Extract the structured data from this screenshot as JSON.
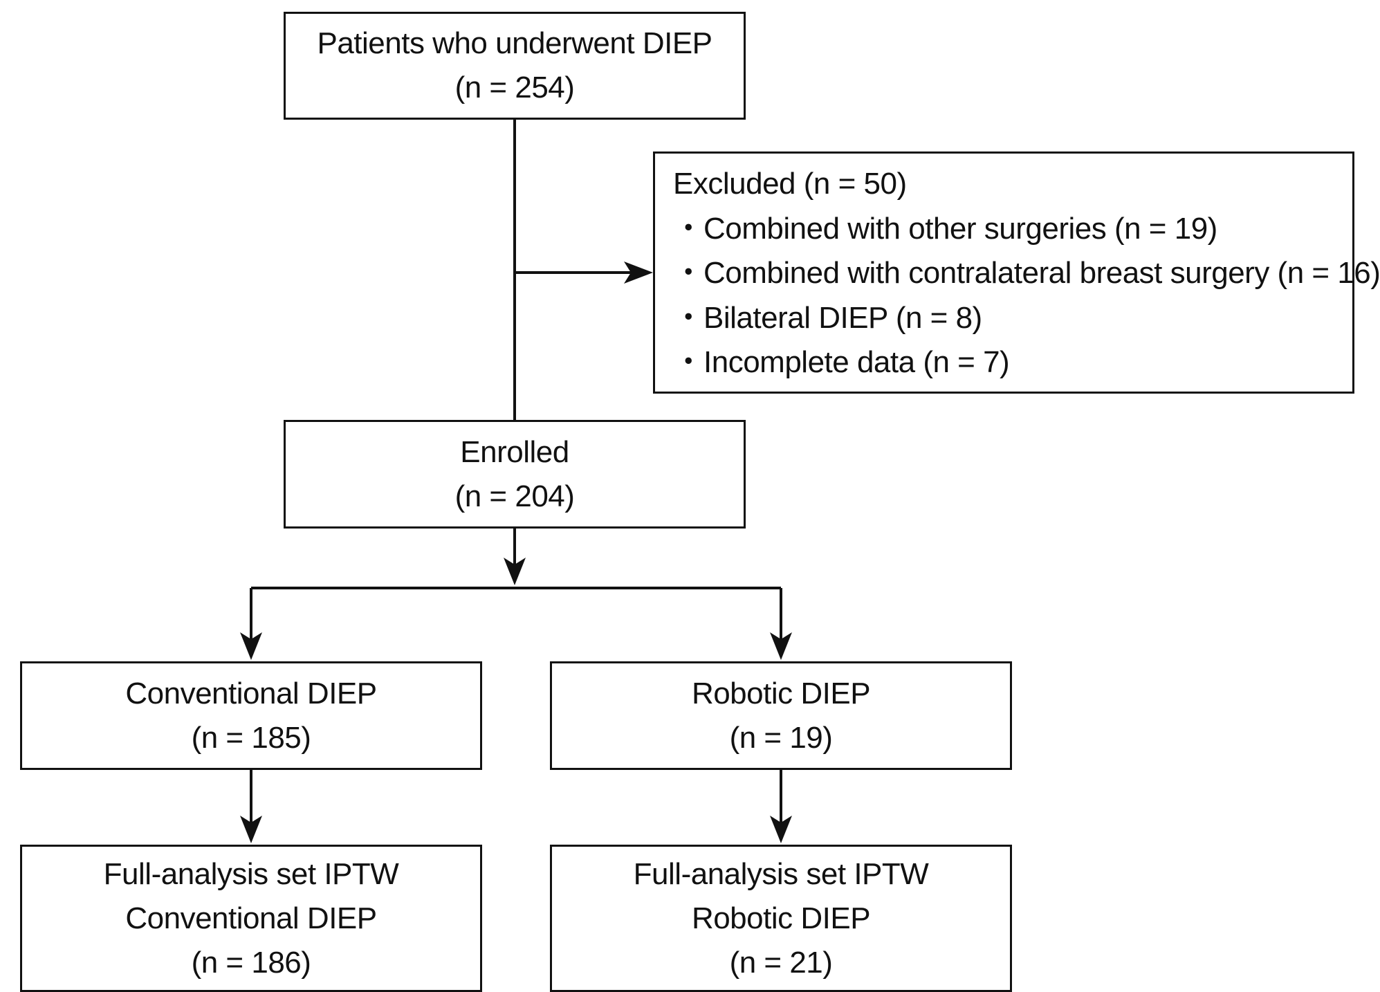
{
  "flowchart": {
    "patients": {
      "label": "Patients who underwent DIEP",
      "count": "(n = 254)"
    },
    "excluded": {
      "label": "Excluded (n = 50)",
      "bullet": "・",
      "reasons": [
        "Combined with other surgeries (n = 19)",
        "Combined with contralateral breast surgery (n = 16)",
        "Bilateral DIEP (n = 8)",
        "Incomplete data (n = 7)"
      ]
    },
    "enrolled": {
      "label": "Enrolled",
      "count": "(n = 204)"
    },
    "conventional": {
      "label": "Conventional DIEP",
      "count": "(n = 185)"
    },
    "robotic": {
      "label": "Robotic DIEP",
      "count": "(n = 19)"
    },
    "fas_conventional": {
      "line1": "Full-analysis set IPTW",
      "line2": "Conventional DIEP",
      "count": "(n = 186)"
    },
    "fas_robotic": {
      "line1": "Full-analysis set IPTW",
      "line2": "Robotic DIEP",
      "count": "(n = 21)"
    }
  },
  "colors": {
    "stroke": "#111111",
    "background": "#ffffff"
  }
}
